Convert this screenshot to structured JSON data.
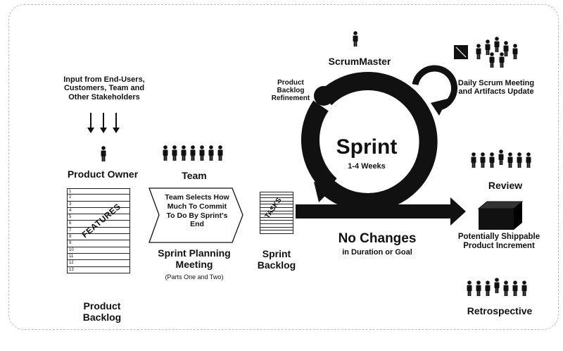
{
  "input_note": "Input from End-Users, Customers, Team and Other Stakeholders",
  "product_owner": "Product Owner",
  "team": "Team",
  "product_backlog": {
    "title": "Product Backlog",
    "features_label": "FEATURES",
    "rows": [
      "1",
      "2",
      "3",
      "4",
      "5",
      "6",
      "7",
      "8",
      "9",
      "10",
      "11",
      "12",
      "13"
    ]
  },
  "planning": {
    "chevron_text": "Team Selects How Much To Commit To Do By Sprint's End",
    "title": "Sprint Planning Meeting",
    "subtitle": "(Parts One and Two)"
  },
  "sprint_backlog": {
    "title": "Sprint Backlog",
    "tasks_label": "TASKS"
  },
  "refinement": "Product Backlog Refinement",
  "scrum_master": "ScrumMaster",
  "sprint": {
    "title": "Sprint",
    "duration": "1-4 Weeks"
  },
  "daily_scrum": "Daily Scrum Meeting and Artifacts Update",
  "no_changes": {
    "title": "No Changes",
    "subtitle": "in Duration or Goal"
  },
  "review": "Review",
  "increment": "Potentially Shippable Product Increment",
  "retrospective": "Retrospective",
  "icons": {
    "person": "person-icon",
    "box": "product-box-icon",
    "arrow": "arrow-icon",
    "board": "scrum-board-icon"
  },
  "colors": {
    "ink": "#111111",
    "frame": "#bcbcbc"
  }
}
